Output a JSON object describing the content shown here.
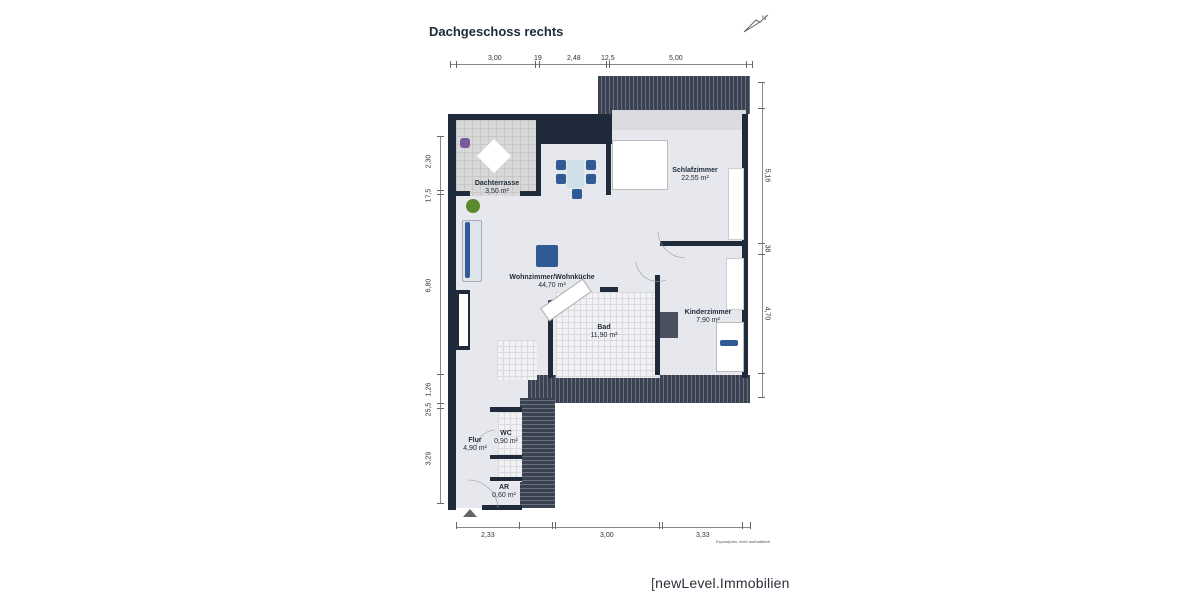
{
  "title": "Dachgeschoss rechts",
  "dimensions": {
    "top": [
      "3,00",
      "19",
      "2,48",
      "12,5",
      "5,00"
    ],
    "left": [
      "2,30",
      "17,5",
      "6,80",
      "1,26",
      "25,5",
      "3,29"
    ],
    "right": [
      "5,16",
      "38",
      "4,70"
    ],
    "bottom": [
      "2,33",
      "3,00",
      "3,33"
    ]
  },
  "rooms": [
    {
      "name": "Dachterrasse",
      "area": "3,50 m²"
    },
    {
      "name": "Schlafzimmer",
      "area": "22,55 m²"
    },
    {
      "name": "Wohnzimmer/Wohnküche",
      "area": "44,70 m²"
    },
    {
      "name": "Bad",
      "area": "11,90 m²"
    },
    {
      "name": "Kinderzimmer",
      "area": "7,90 m²"
    },
    {
      "name": "WC",
      "area": "0,90 m²"
    },
    {
      "name": "Flur",
      "area": "4,90 m²"
    },
    {
      "name": "AR",
      "area": "0,60 m²"
    }
  ],
  "footer_note": "Exposéplan, nicht maßstäblich",
  "brand": {
    "bracket": "[",
    "name": "newLevel.Immobilien"
  },
  "colors": {
    "wall": "#1f2a3a",
    "floor": "#e6e8ee",
    "furniture": "#2f5a95"
  }
}
